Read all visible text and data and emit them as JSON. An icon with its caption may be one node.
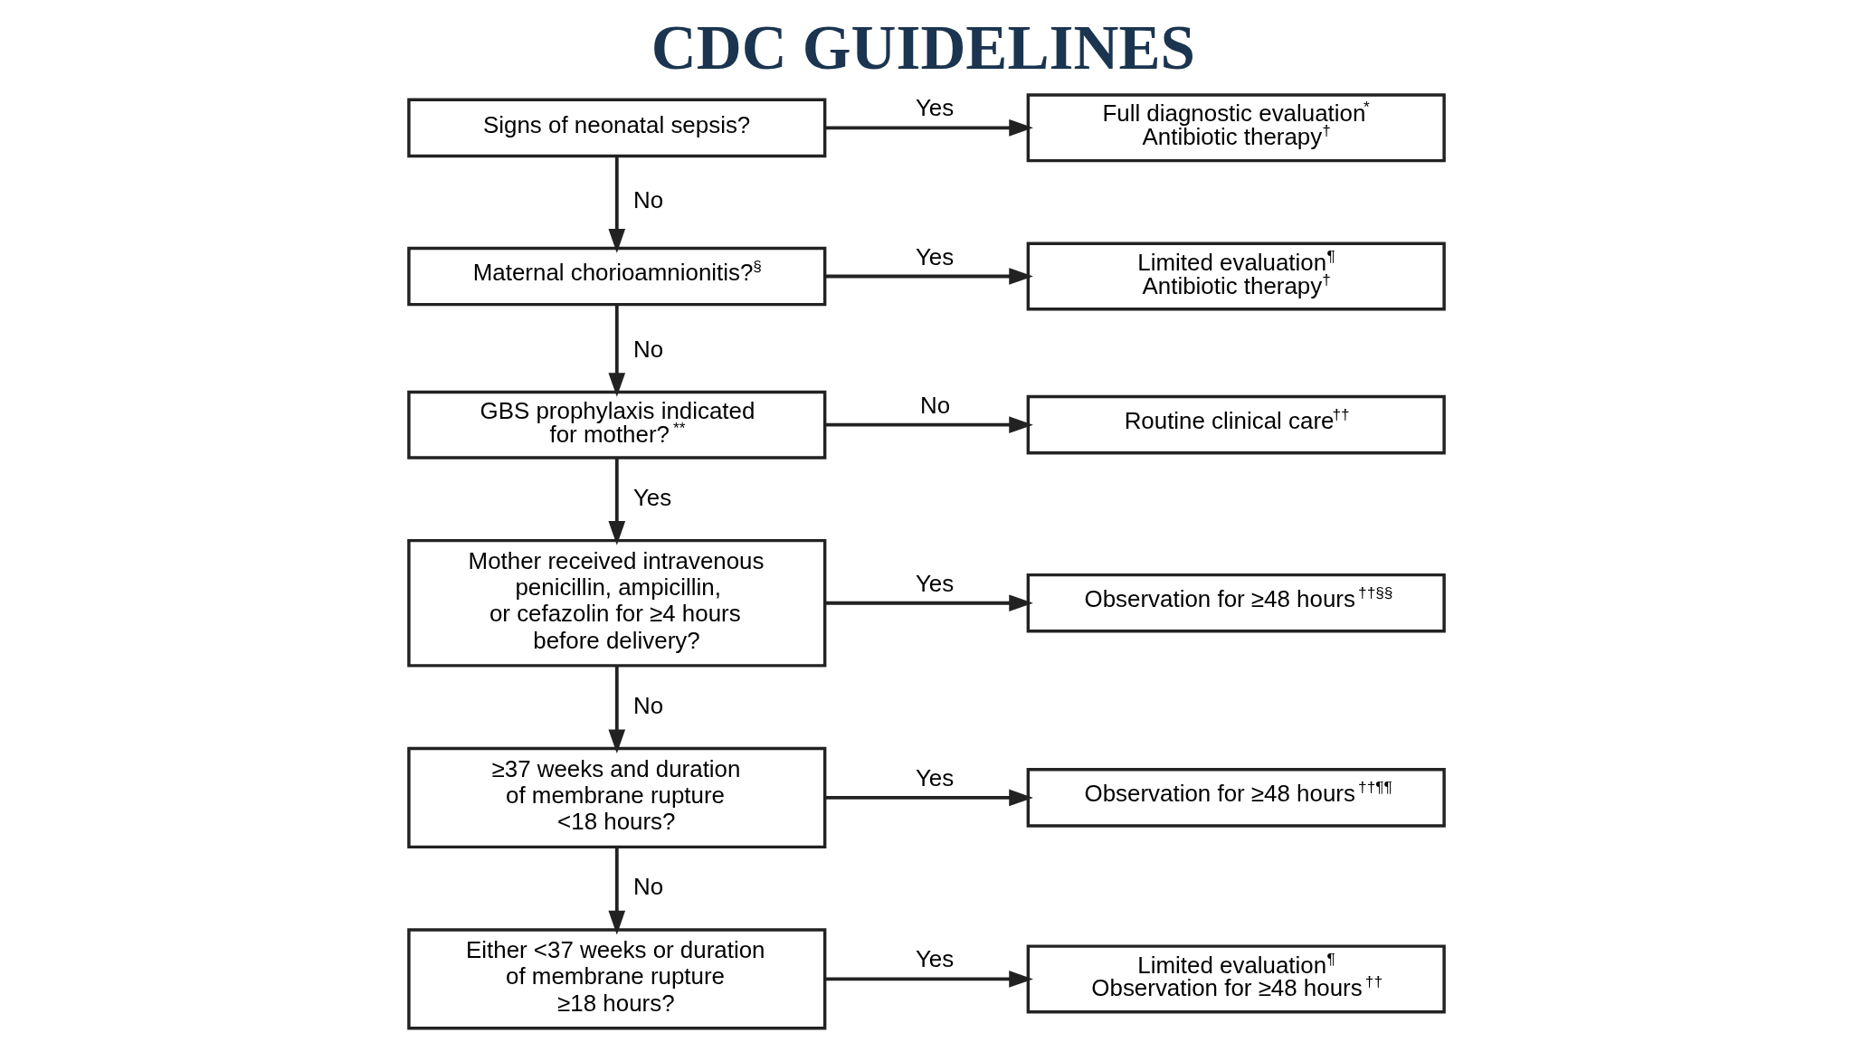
{
  "diagram": {
    "title": "CDC GUIDELINES",
    "nodes": [
      {
        "text": [
          "Signs of neonatal sepsis?"
        ]
      },
      {
        "text": [
          "Full diagnostic evaluation$^{*}$",
          "Antibiotic therapy$^{†}$"
        ]
      },
      {
        "text": [
          "Maternal chorioamnionitis?$^{§}$"
        ]
      },
      {
        "text": [
          "Limited evaluation$^{¶}$",
          "Antibiotic therapy$^{†}$"
        ]
      },
      {
        "text": [
          "GBS prophylaxis indicated for mother?$^{**}$"
        ]
      },
      {
        "text": [
          "Routine clinical care$^{††}$"
        ]
      },
      {
        "text": [
          "Mother received intravenous penicillin, ampicillin, or cefazolin for ≥4 hours before delivery?"
        ]
      },
      {
        "text": [
          "Observation for ≥48 hours$^{††§§}$"
        ]
      },
      {
        "text": [
          "≥37 weeks and duration of membrane rupture <18 hours?"
        ]
      },
      {
        "text": [
          "Observation for ≥48 hours$^{††¶¶}$"
        ]
      },
      {
        "text": [
          "Either <37 weeks or duration of membrane rupture ≥18 hours?"
        ]
      },
      {
        "text": [
          "Limited evaluation$^{¶}$",
          "Observation for ≥48 hours$^{††}$"
        ]
      }
    ],
    "edges": [
      {
        "from": 0,
        "to": 1,
        "arrow": "to",
        "label": "Yes"
      },
      {
        "from": 0,
        "to": 2,
        "arrow": "to",
        "label": "No"
      },
      {
        "from": 2,
        "to": 3,
        "arrow": "to",
        "label": "Yes"
      },
      {
        "from": 2,
        "to": 4,
        "arrow": "to",
        "label": "No"
      },
      {
        "from": 4,
        "to": 5,
        "arrow": "to",
        "label": "No"
      },
      {
        "from": 4,
        "to": 6,
        "arrow": "to",
        "label": "Yes"
      },
      {
        "from": 6,
        "to": 7,
        "arrow": "to",
        "label": "Yes"
      },
      {
        "from": 6,
        "to": 8,
        "arrow": "to",
        "label": "No"
      },
      {
        "from": 8,
        "to": 9,
        "arrow": "to",
        "label": "Yes"
      },
      {
        "from": 8,
        "to": 10,
        "arrow": "to",
        "label": "No"
      },
      {
        "from": 10,
        "to": 11,
        "arrow": "to",
        "label": "Yes"
      }
    ]
  }
}
